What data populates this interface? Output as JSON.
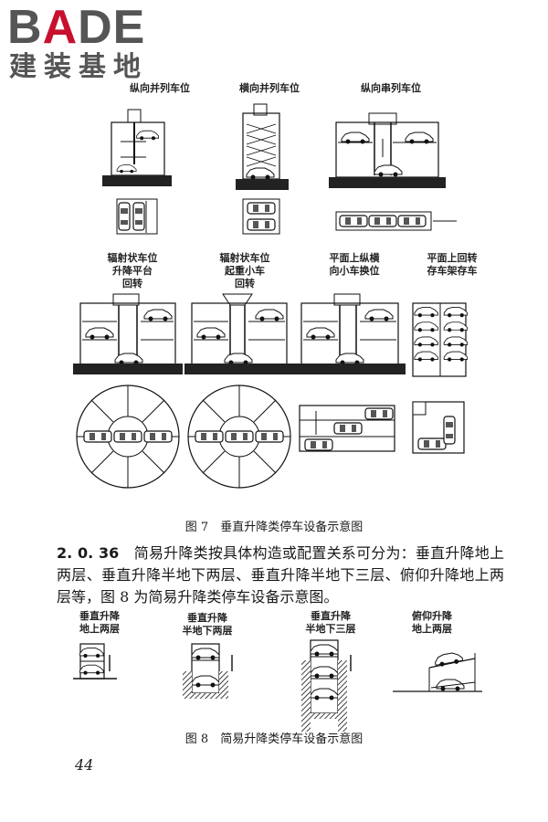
{
  "logo": {
    "brand_b": "B",
    "brand_a": "A",
    "brand_rest": "DE",
    "subtitle": "建装基地"
  },
  "fig7": {
    "labels": {
      "col1": "纵向并列车位",
      "col2": "横向并列车位",
      "col3": "纵向串列车位",
      "r2c1": [
        "辐射状车位",
        "升降平台",
        "回转"
      ],
      "r2c2": [
        "辐射状车位",
        "起重小车",
        "回转"
      ],
      "r2c3": [
        "平面上纵横",
        "向小车换位"
      ],
      "r2c4": [
        "平面上回转",
        "存车架存车"
      ]
    },
    "caption": "图 7　垂直升降类停车设备示意图"
  },
  "paragraph": {
    "number": "2. 0. 36",
    "text": "　简易升降类按具体构造或配置关系可分为：垂直升降地上两层、垂直升降半地下两层、垂直升降半地下三层、俯仰升降地上两层等，图 8 为简易升降类停车设备示意图。"
  },
  "fig8": {
    "labels": {
      "a": [
        "垂直升降",
        "地上两层"
      ],
      "b": [
        "垂直升降",
        "半地下两层"
      ],
      "c": [
        "垂直升降",
        "半地下三层"
      ],
      "d": [
        "俯仰升降",
        "地上两层"
      ]
    },
    "caption": "图 8　简易升降类停车设备示意图"
  },
  "page_number": "44"
}
